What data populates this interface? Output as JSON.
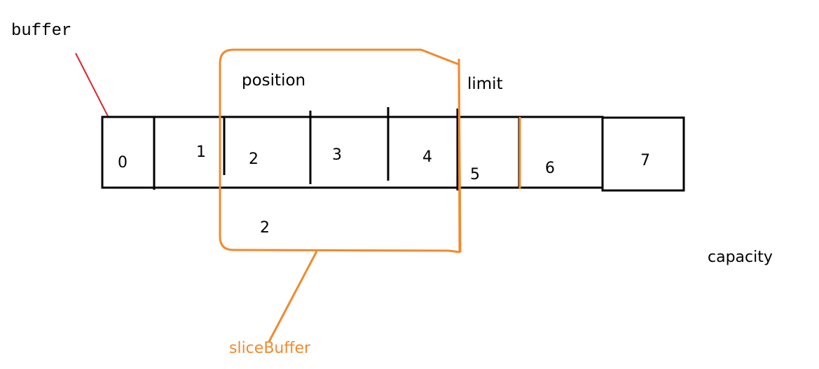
{
  "labels": {
    "buffer": "buffer",
    "position": "position",
    "limit": "limit",
    "capacity": "capacity",
    "slice_buffer": "sliceBuffer",
    "slice_index": "2"
  },
  "cells": [
    "0",
    "1",
    "2",
    "3",
    "4",
    "5",
    "6",
    "7"
  ],
  "colors": {
    "ink": "#000000",
    "slice": "#f08a2e",
    "buffer_pointer": "#d9262b"
  }
}
